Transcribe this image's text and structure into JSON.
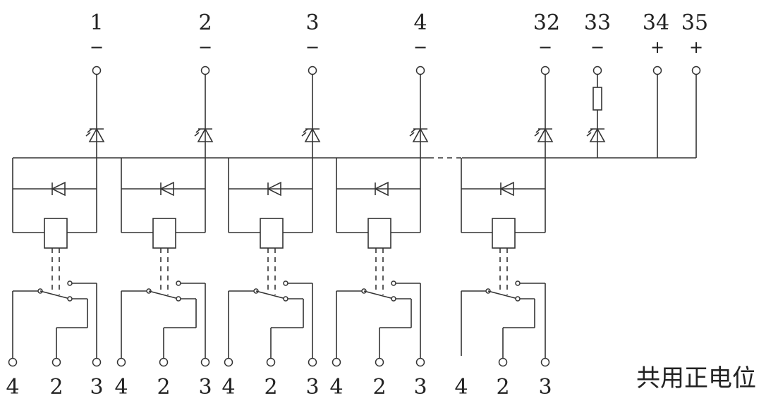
{
  "top_terminals": [
    {
      "number": "1",
      "sign": "−"
    },
    {
      "number": "2",
      "sign": "−"
    },
    {
      "number": "3",
      "sign": "−"
    },
    {
      "number": "4",
      "sign": "−"
    },
    {
      "number": "32",
      "sign": "−"
    },
    {
      "number": "33",
      "sign": "−"
    },
    {
      "number": "34",
      "sign": "+"
    },
    {
      "number": "35",
      "sign": "+"
    }
  ],
  "relay_units": [
    {
      "contacts": [
        "4",
        "2",
        "3"
      ]
    },
    {
      "contacts": [
        "4",
        "2",
        "3"
      ]
    },
    {
      "contacts": [
        "4",
        "2",
        "3"
      ]
    },
    {
      "contacts": [
        "4",
        "2",
        "3"
      ]
    },
    {
      "contacts": [
        "4",
        "2",
        "3"
      ]
    }
  ],
  "caption": "共用正电位"
}
